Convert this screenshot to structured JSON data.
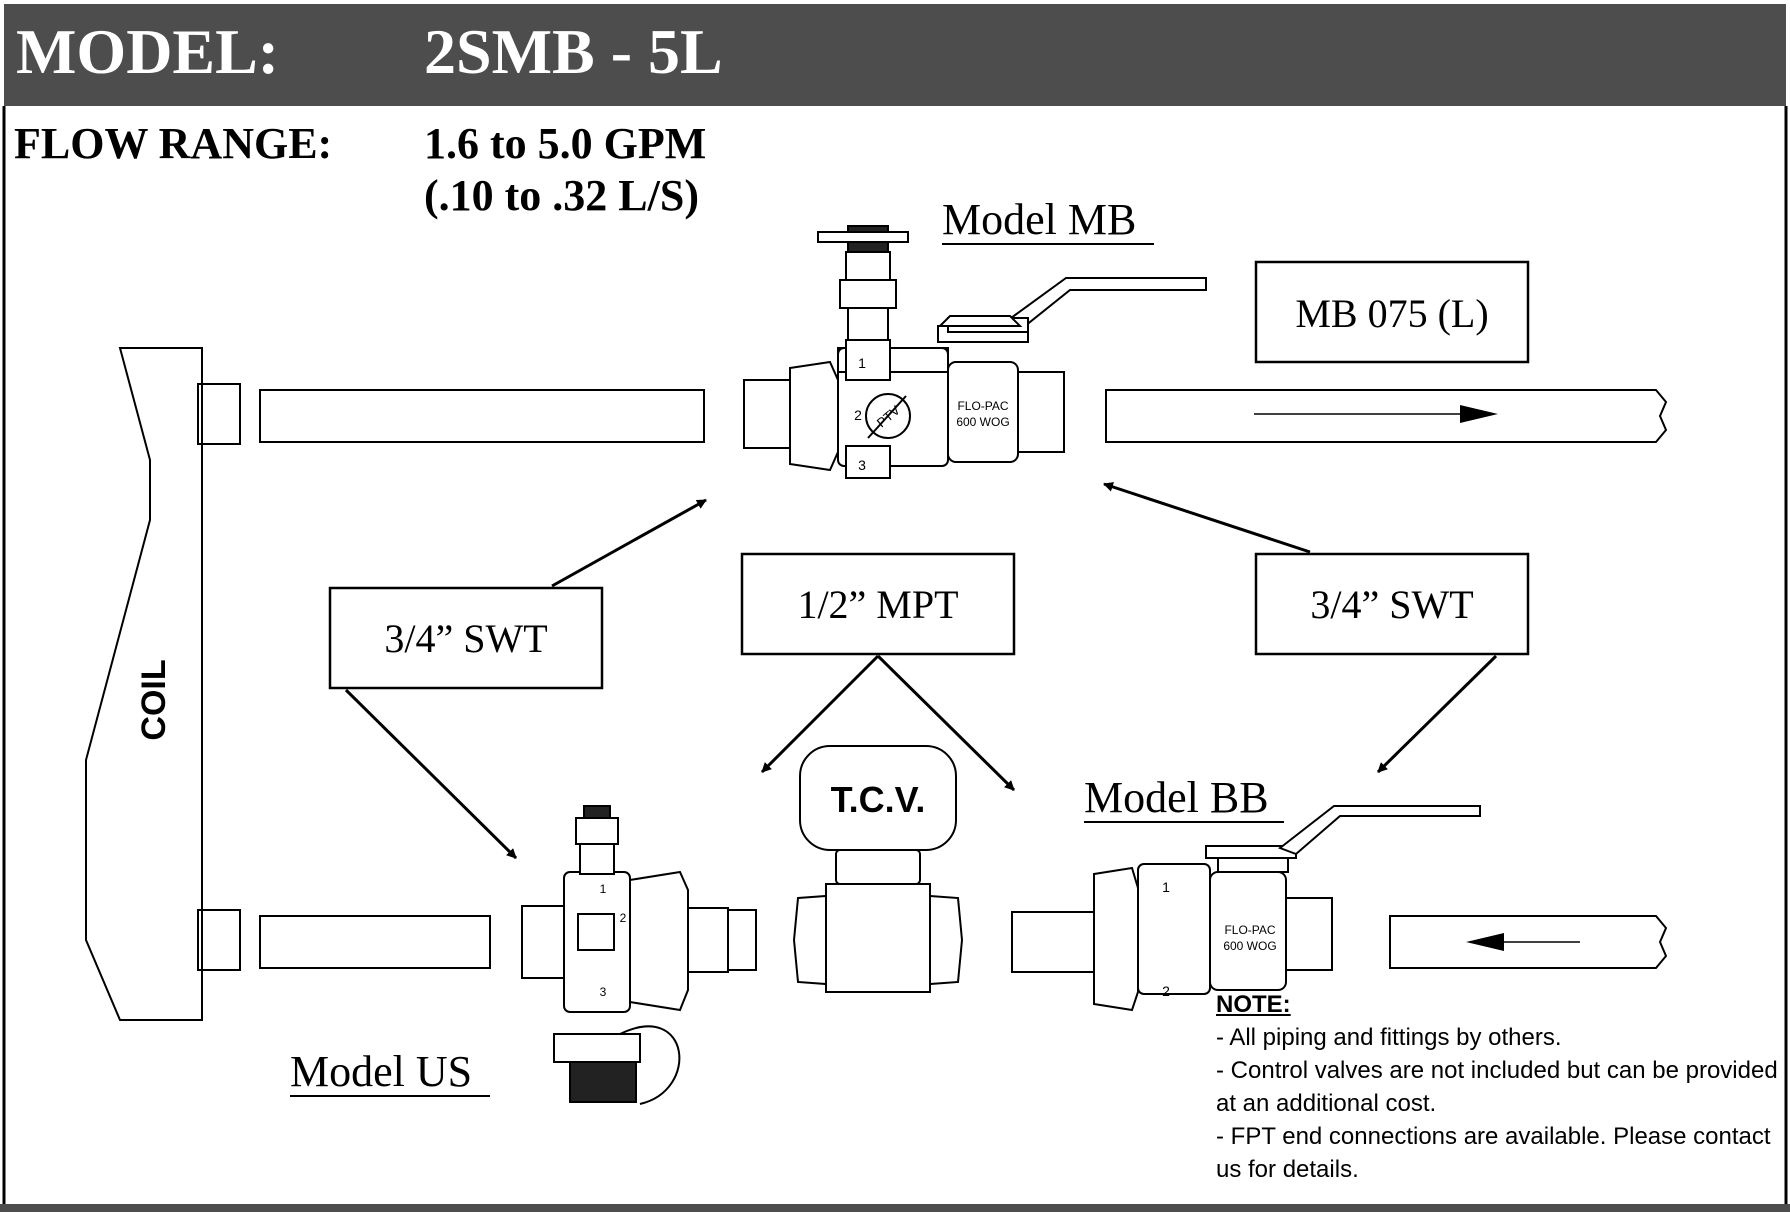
{
  "header": {
    "model_label": "MODEL:",
    "model_value": "2SMB - 5L"
  },
  "flow": {
    "label": "FLOW RANGE:",
    "value_gpm": "1.6 to 5.0 GPM",
    "value_ls": "(.10 to .32 L/S)"
  },
  "labels": {
    "model_mb": "Model MB",
    "model_bb": "Model BB",
    "model_us": "Model US",
    "mb_part": "MB 075 (L)",
    "swt_left": "3/4” SWT",
    "swt_right": "3/4” SWT",
    "mpt": "1/2” MPT",
    "tcv": "T.C.V.",
    "coil": "COIL",
    "flopac_mb_1": "FLO-PAC",
    "flopac_mb_2": "600 WOG",
    "flopac_bb_1": "FLO-PAC",
    "flopac_bb_2": "600 WOG",
    "port_1": "1",
    "port_2": "2",
    "port_3": "3",
    "ptv": "PTV"
  },
  "note": {
    "title": "NOTE:",
    "line1": "- All piping and fittings by others.",
    "line2": "- Control valves are not included but can be provided at an additional cost.",
    "line3": "- FPT end connections are available.  Please contact us for details."
  },
  "colors": {
    "header_bg": "#4d4d4d",
    "header_text": "#ffffff",
    "line": "#000000"
  }
}
